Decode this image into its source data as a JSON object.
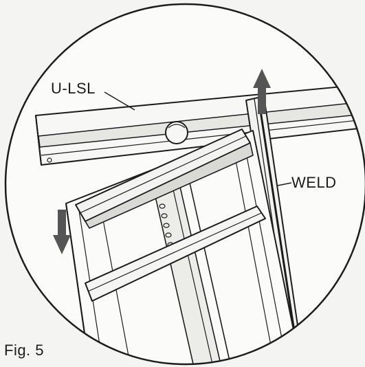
{
  "figure": {
    "caption": "Fig. 5",
    "labels": {
      "u_lsl": "U-LSL",
      "weld": "WELD"
    },
    "colors": {
      "line": "#1c1c1c",
      "paper": "#f4f4f2",
      "panel": "#fbfbfa",
      "shade": "#d9d9d6",
      "arrow": "#555555"
    },
    "icons": [
      "up-arrow-icon",
      "down-arrow-icon"
    ]
  }
}
